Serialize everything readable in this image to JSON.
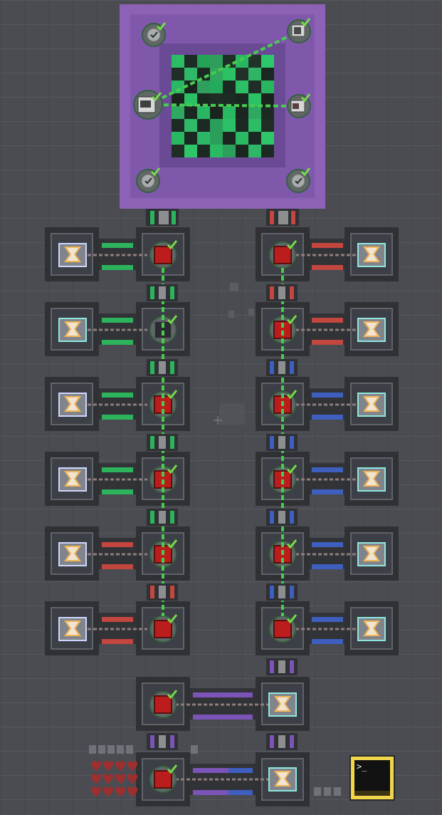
{
  "scene": {
    "background": "#4d4f55",
    "tile_border": "#2a2b2e",
    "tile_fill": "#3d3f44",
    "tile_inner": "#565960"
  },
  "reactor": {
    "frame_color": "#8c63b6",
    "frame_dark": "#6f4f96",
    "core_colors": [
      "#1e2b25",
      "#27c463",
      "#2a9f58",
      "#203128"
    ],
    "status_icon": "checkmark-icon",
    "machine_icon": "machine-block-icon"
  },
  "processor_chain": {
    "left_column": [
      "processor",
      "dark-core",
      "processor",
      "processor",
      "processor",
      "processor"
    ],
    "right_column": [
      "processor",
      "processor",
      "processor",
      "processor",
      "processor",
      "processor"
    ],
    "bottom_units": [
      "processor",
      "processor"
    ],
    "processor_icon": "red-processor-icon",
    "dark_core_icon": "dark-core-icon",
    "timer_icon": "hourglass-timer-icon"
  },
  "belts": {
    "left": [
      "green",
      "green",
      "green",
      "green",
      "red",
      "red"
    ],
    "right": [
      "red",
      "red",
      "blue",
      "blue",
      "blue",
      "blue"
    ],
    "bottom": [
      "purple",
      "purple-blue"
    ],
    "colors": {
      "green": "#27b45d",
      "red": "#c1423b",
      "blue": "#3e5fbf",
      "purple": "#7c54b8",
      "link": "#8f7c7c",
      "chain": "#49cb4f"
    }
  },
  "terminal": {
    "prompt": ">_",
    "icon": "terminal-icon"
  }
}
